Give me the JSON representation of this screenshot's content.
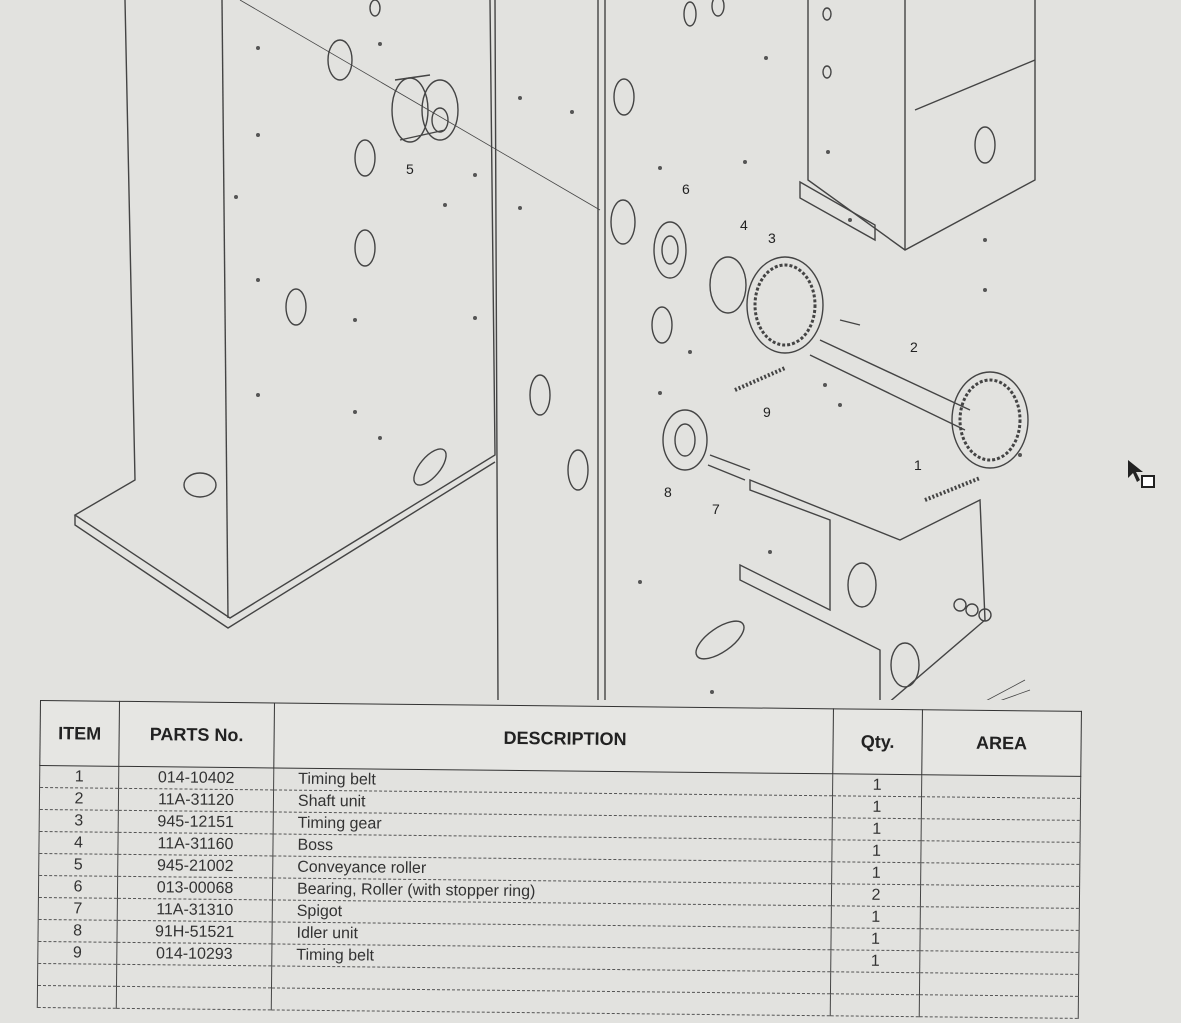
{
  "diagram": {
    "callouts": [
      "1",
      "2",
      "3",
      "4",
      "5",
      "6",
      "7",
      "8",
      "9"
    ]
  },
  "table": {
    "headers": {
      "item": "ITEM",
      "parts_no": "PARTS No.",
      "description": "DESCRIPTION",
      "qty": "Qty.",
      "area": "AREA"
    },
    "rows": [
      {
        "item": "1",
        "parts_no": "014-10402",
        "description": "Timing belt",
        "qty": "1",
        "area": ""
      },
      {
        "item": "2",
        "parts_no": "11A-31120",
        "description": "Shaft unit",
        "qty": "1",
        "area": ""
      },
      {
        "item": "3",
        "parts_no": "945-12151",
        "description": "Timing gear",
        "qty": "1",
        "area": ""
      },
      {
        "item": "4",
        "parts_no": "11A-31160",
        "description": "Boss",
        "qty": "1",
        "area": ""
      },
      {
        "item": "5",
        "parts_no": "945-21002",
        "description": "Conveyance roller",
        "qty": "1",
        "area": ""
      },
      {
        "item": "6",
        "parts_no": "013-00068",
        "description": "Bearing, Roller (with stopper ring)",
        "qty": "2",
        "area": ""
      },
      {
        "item": "7",
        "parts_no": "11A-31310",
        "description": "Spigot",
        "qty": "1",
        "area": ""
      },
      {
        "item": "8",
        "parts_no": "91H-51521",
        "description": "Idler unit",
        "qty": "1",
        "area": ""
      },
      {
        "item": "9",
        "parts_no": "014-10293",
        "description": "Timing belt",
        "qty": "1",
        "area": ""
      }
    ]
  }
}
